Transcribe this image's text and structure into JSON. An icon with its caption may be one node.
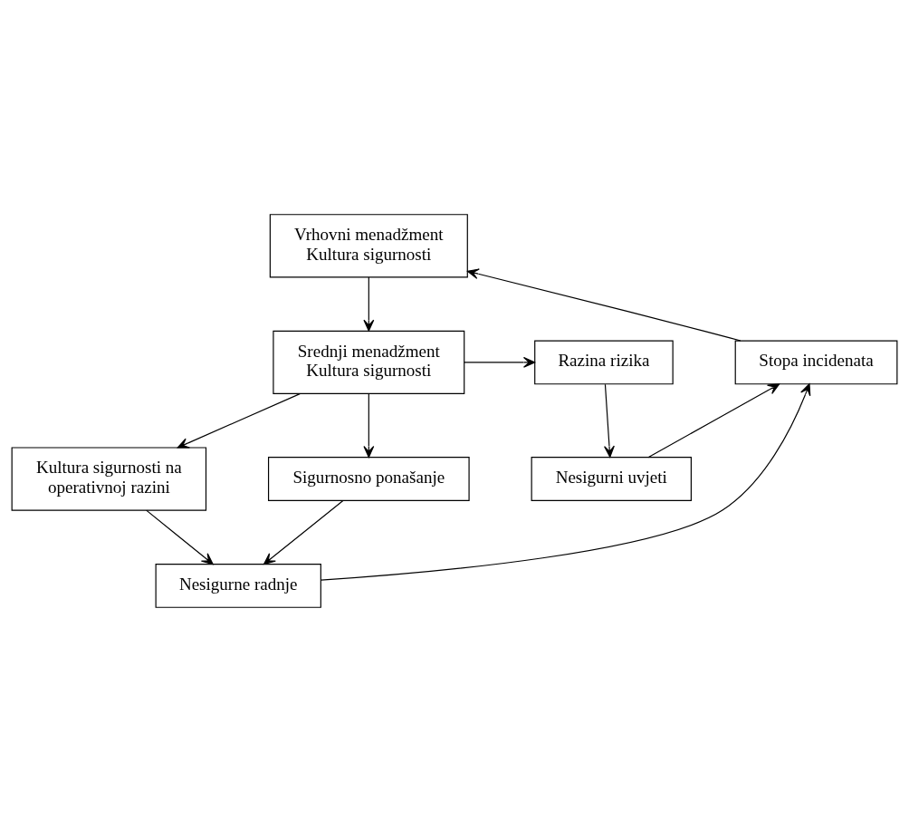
{
  "diagram": {
    "nodes": [
      {
        "text": [
          "Vrhovni menadžment",
          "Kultura sigurnosti"
        ]
      },
      {
        "text": [
          "Razina rizika"
        ]
      },
      {
        "text": [
          "Srednji menadžment",
          "Kultura sigurnosti"
        ]
      },
      {
        "text": [
          "Stopa incidenata"
        ]
      },
      {
        "text": [
          "Nesigurni uvjeti"
        ]
      },
      {
        "text": [
          "Kultura sigurnosti na operativnoj razini"
        ]
      },
      {
        "text": [
          "Sigurnosno ponašanje"
        ]
      },
      {
        "text": [
          "Nesigurne radnje"
        ]
      }
    ],
    "edges": [
      {
        "from": 0,
        "to": 2,
        "arrow": "to"
      },
      {
        "from": 2,
        "to": 1,
        "arrow": "to"
      },
      {
        "from": 1,
        "to": 4,
        "arrow": "to"
      },
      {
        "from": 2,
        "to": 5,
        "arrow": "to"
      },
      {
        "from": 2,
        "to": 6,
        "arrow": "to"
      },
      {
        "from": 5,
        "to": 7,
        "arrow": "to"
      },
      {
        "from": 6,
        "to": 7,
        "arrow": "to"
      },
      {
        "from": 4,
        "to": 3,
        "arrow": "to"
      },
      {
        "from": 7,
        "to": 3,
        "arrow": "to"
      },
      {
        "from": 3,
        "to": 0,
        "arrow": "to"
      }
    ]
  }
}
